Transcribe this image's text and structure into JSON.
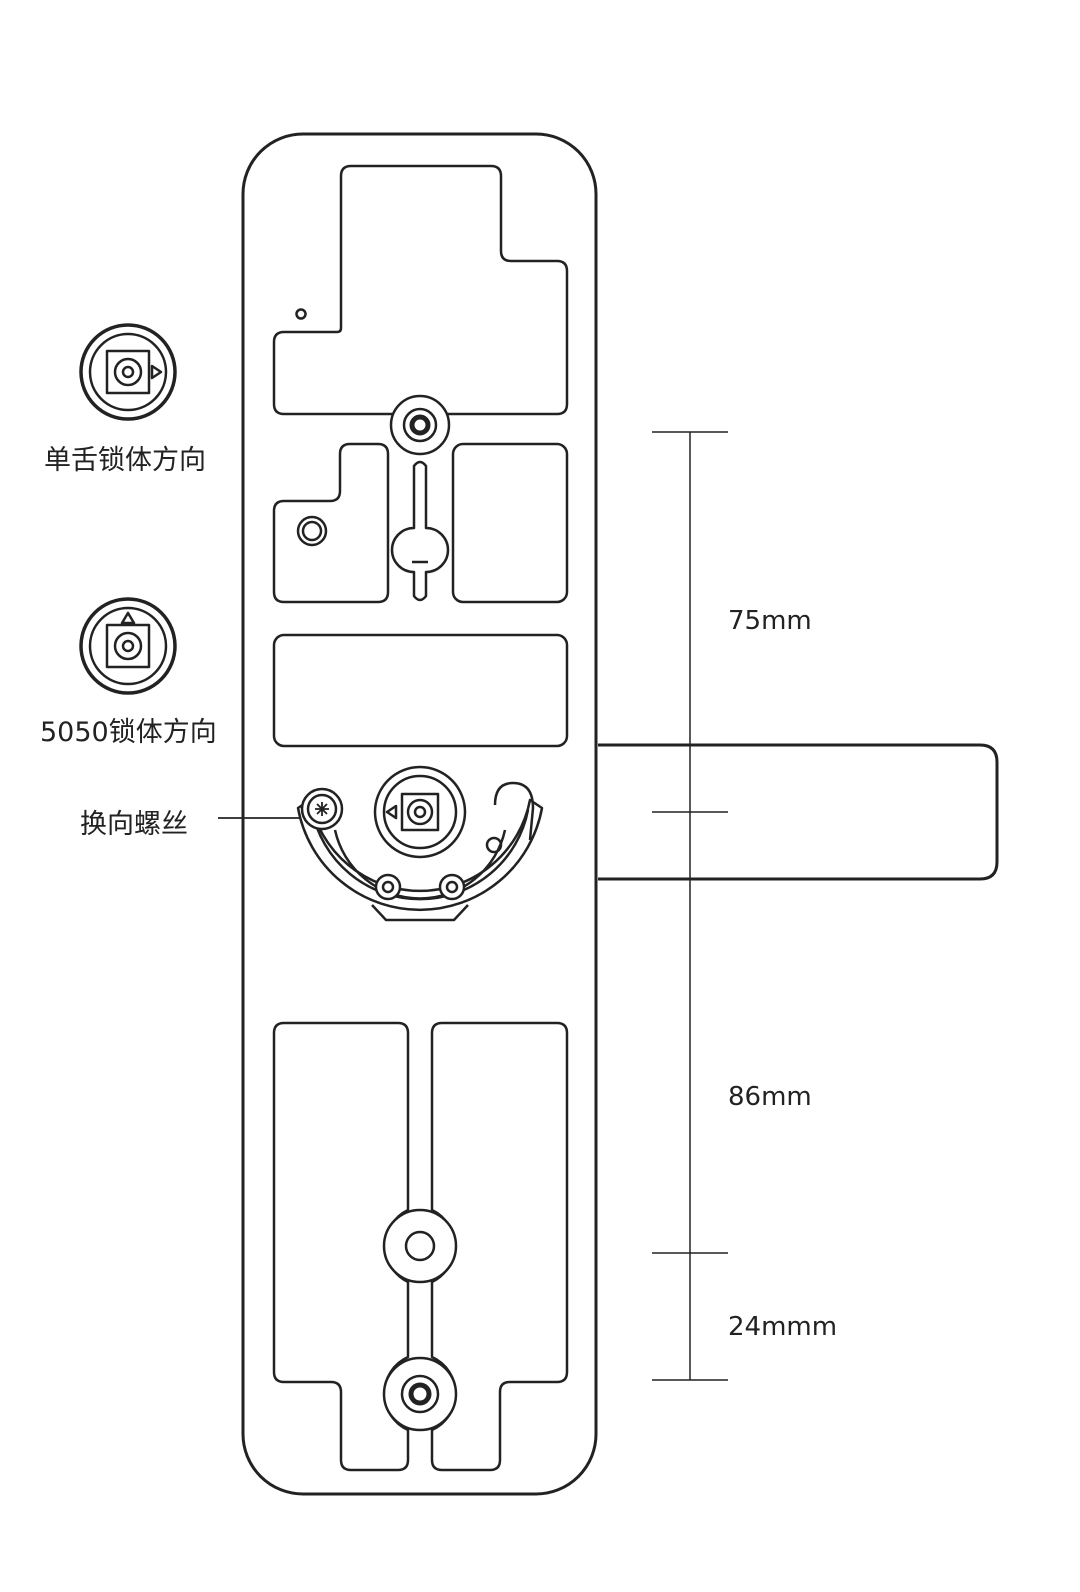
{
  "labels": {
    "single_tongue": "单舌锁体方向",
    "lock_5050": "5050锁体方向",
    "reversing_screw": "换向螺丝"
  },
  "dimensions": {
    "upper": "75mm",
    "middle": "86mm",
    "lower": "24mmm"
  },
  "colors": {
    "line": "#222222",
    "background": "#ffffff"
  }
}
